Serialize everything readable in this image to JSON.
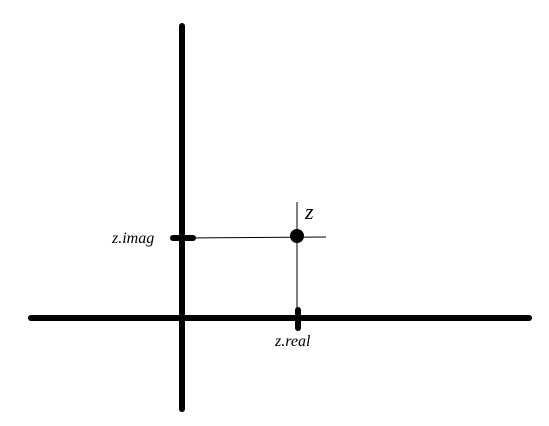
{
  "diagram": {
    "point_label": "z",
    "real_label": "z.real",
    "imag_label": "z.imag"
  },
  "colors": {
    "ink": "#000000",
    "background": "#ffffff"
  }
}
